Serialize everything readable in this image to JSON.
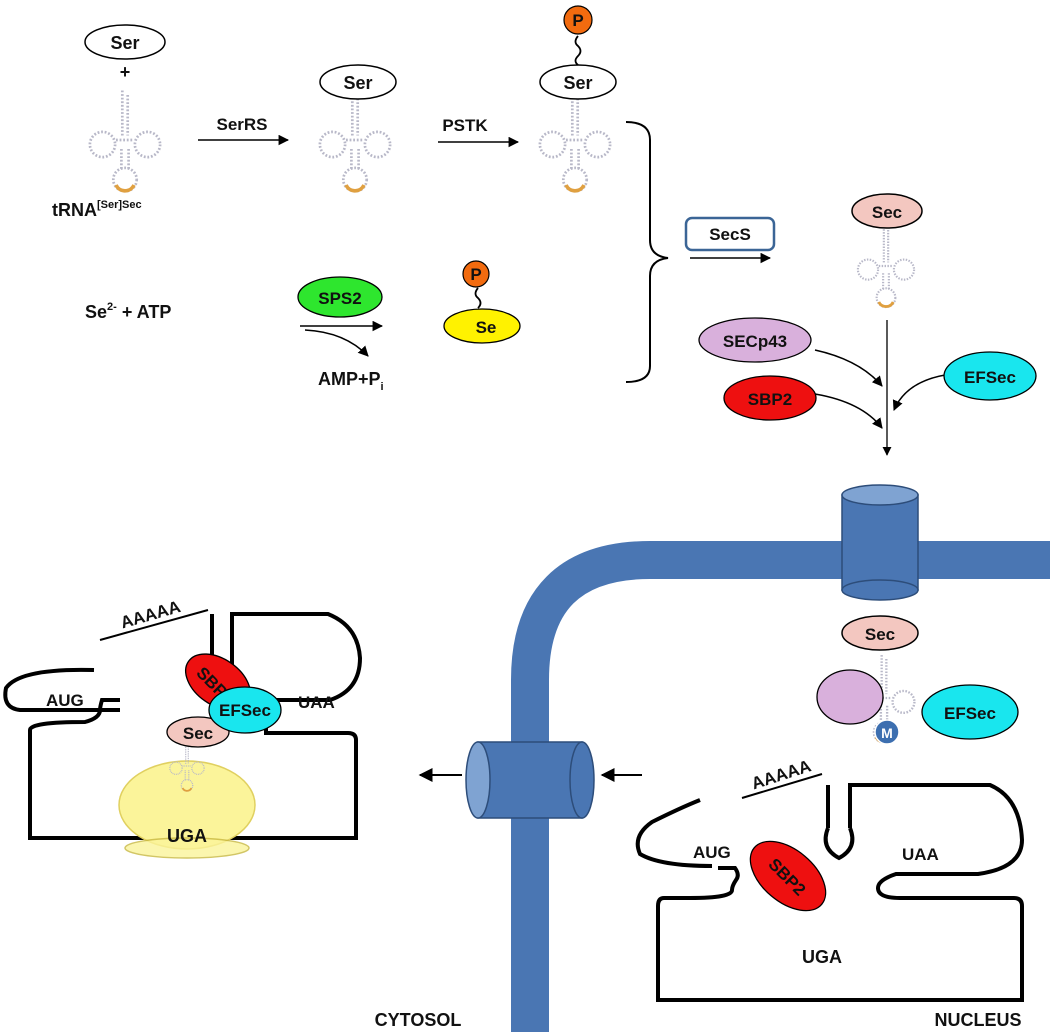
{
  "labels": {
    "ser": "Ser",
    "plus": "+",
    "trna_main": "tRNA",
    "trna_sup": "[Ser]Sec",
    "serrs": "SerRS",
    "pstk": "PSTK",
    "p": "P",
    "secs": "SecS",
    "sec": "Sec",
    "se_main": "Se",
    "se_sup": "2-",
    "atp": " + ATP",
    "sps2": "SPS2",
    "amp": "AMP+P",
    "amp_sub": "i",
    "se": "Se",
    "secp43": "SECp43",
    "sbp2": "SBP2",
    "sbp2_partial": "SBP",
    "efsec": "EFSec",
    "m": "M",
    "aaaaa": "AAAAA",
    "aug": "AUG",
    "uaa": "UAA",
    "uga": "UGA",
    "cytosol": "CYTOSOL",
    "nucleus": "NUCLEUS"
  },
  "colors": {
    "ser_fill": "#ffffff",
    "phosphate": "#f26b0f",
    "sec_fill": "#f3c7c0",
    "sps2": "#2ee62e",
    "se_fill": "#fff200",
    "secp43": "#d9b0dc",
    "sbp2": "#ee1010",
    "efsec": "#19e6ee",
    "membrane": "#4a76b3",
    "ribosome": "#fbf49a",
    "uga_text": "#e01414",
    "methyl": "#3d6fb0",
    "trna_stroke": "#b8b8c8",
    "anticodon": "#e0a040"
  }
}
